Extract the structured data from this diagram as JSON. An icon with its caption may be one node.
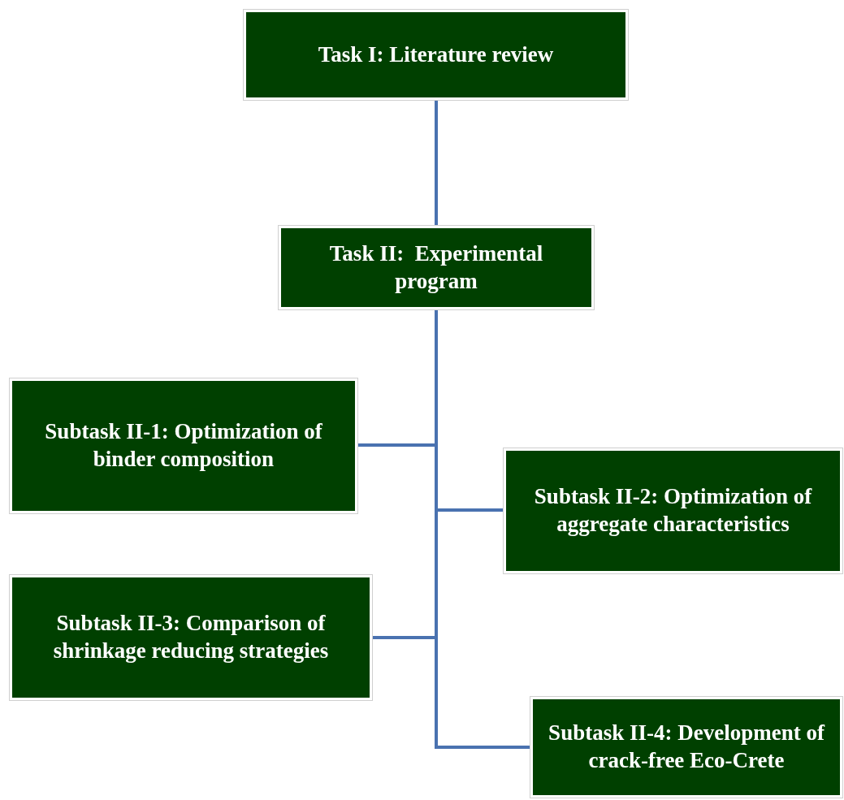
{
  "diagram": {
    "nodes": [
      {
        "text": [
          "Task I: Literature review"
        ]
      },
      {
        "text": [
          "Task II:  Experimental program"
        ]
      },
      {
        "text": [
          "Subtask II-1: Optimization of binder composition"
        ]
      },
      {
        "text": [
          "Subtask II-2: Optimization of aggregate characteristics"
        ]
      },
      {
        "text": [
          "Subtask II-3: Comparison of shrinkage reducing strategies"
        ]
      },
      {
        "text": [
          "Subtask II-4: Development of crack-free Eco-Crete"
        ]
      }
    ],
    "edges": [
      {
        "from": 0,
        "to": 1,
        "arrow": "none"
      },
      {
        "from": 1,
        "to": 2,
        "arrow": "none"
      },
      {
        "from": 1,
        "to": 3,
        "arrow": "none"
      },
      {
        "from": 1,
        "to": 4,
        "arrow": "none"
      },
      {
        "from": 1,
        "to": 5,
        "arrow": "none"
      }
    ]
  }
}
